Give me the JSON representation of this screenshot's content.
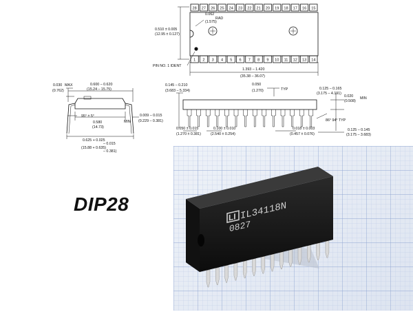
{
  "title": "DIP28",
  "top_view": {
    "pins_top": [
      "28",
      "27",
      "26",
      "25",
      "24",
      "23",
      "22",
      "21",
      "20",
      "19",
      "18",
      "17",
      "16",
      "15"
    ],
    "pins_bottom": [
      "1",
      "2",
      "3",
      "4",
      "5",
      "6",
      "7",
      "8",
      "9",
      "10",
      "11",
      "12",
      "13",
      "14"
    ],
    "rad_value": "0.062",
    "rad_label": "RAD",
    "rad_metric": "(1.575)",
    "width_value": "0.510 ± 0.005",
    "width_metric": "(12.95 ± 0.127)",
    "pin1_label": "PIN NO. 1 IDENT",
    "length_value": "1.393 – 1.420",
    "length_metric": "(35.38 – 36.07)"
  },
  "end_view": {
    "max_value": "0.030",
    "max_label": "MAX",
    "max_metric": "(0.762)",
    "top_width": "0.600 – 0.620",
    "top_width_metric": "(15.24 – 15.75)",
    "angle": "95° ± 5°",
    "body_width": "0.580",
    "body_width_metric": "(14.73)",
    "min_label": "MIN",
    "lead_thk": "0.009 – 0.015",
    "lead_thk_metric": "(0.229 – 0.381)",
    "spread": "0.625 + 0.025",
    "spread_minus": "– 0.015",
    "spread_metric": "(15.88 + 0.635)",
    "spread_metric_minus": "– 0.381)"
  },
  "side_view": {
    "height": "0.145 – 0.210",
    "height_metric": "(3.683 – 5.334)",
    "typ_value": "0.050",
    "typ_label": "TYP",
    "typ_metric": "(1.270)",
    "lead_len": "0.125 – 0.165",
    "lead_len_metric": "(3.175 – 4.191)",
    "standoff": "0.020",
    "standoff_label": "MIN",
    "standoff_metric": "(0.508)",
    "shoulder": "0.050 ± 0.015",
    "shoulder_metric": "(1.270 ± 0.381)",
    "pitch": "0.100 ± 0.010",
    "pitch_metric": "(2.540 ± 0.254)",
    "lead_w": "0.018 ± 0.003",
    "lead_w_metric": "(0.457 ± 0.076)",
    "angle": "86° 94° TYP",
    "seat": "0.125 – 0.145",
    "seat_metric": "(3.175 – 3.683)"
  },
  "photo": {
    "logo": "LI",
    "part_number": "IL34118N",
    "date_code": "0827",
    "body_color": "#1b1b1b",
    "grid_color": "#9aaed6",
    "lead_color": "#d9d9d9"
  }
}
